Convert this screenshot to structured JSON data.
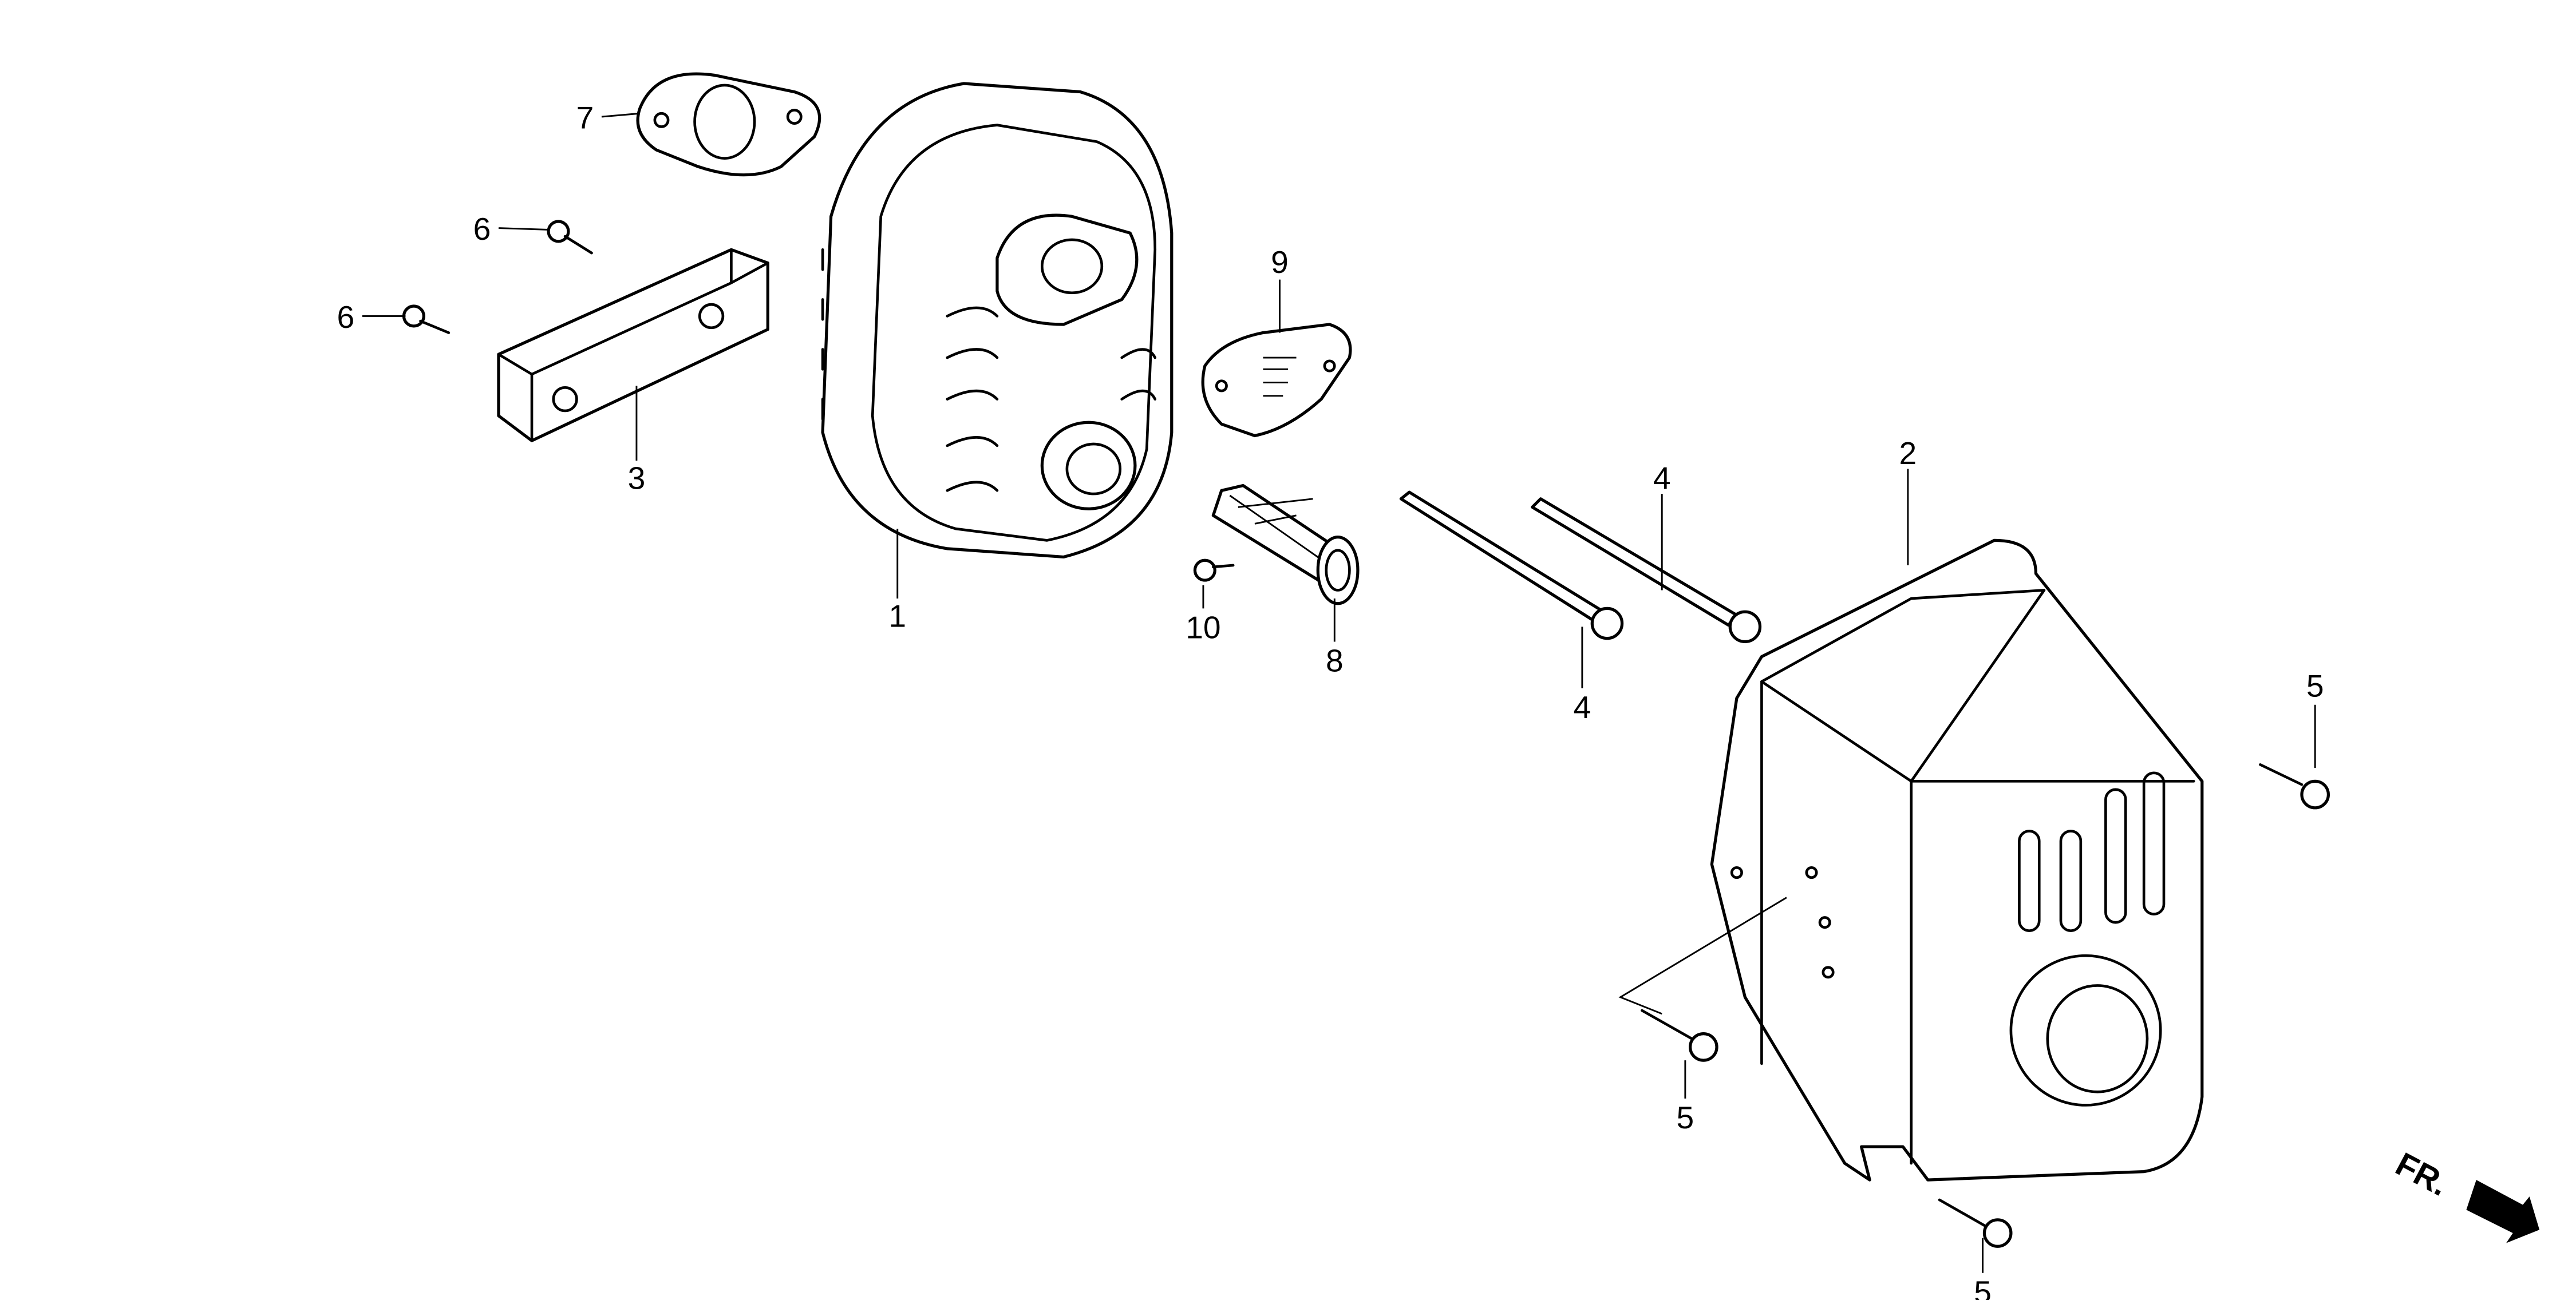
{
  "diagram": {
    "title": "Muffler assembly exploded parts view",
    "callouts": [
      {
        "id": "1",
        "label": "1"
      },
      {
        "id": "2",
        "label": "2"
      },
      {
        "id": "3",
        "label": "3"
      },
      {
        "id": "4a",
        "label": "4"
      },
      {
        "id": "4b",
        "label": "4"
      },
      {
        "id": "5a",
        "label": "5"
      },
      {
        "id": "5b",
        "label": "5"
      },
      {
        "id": "5c",
        "label": "5"
      },
      {
        "id": "6a",
        "label": "6"
      },
      {
        "id": "6b",
        "label": "6"
      },
      {
        "id": "7",
        "label": "7"
      },
      {
        "id": "8",
        "label": "8"
      },
      {
        "id": "9",
        "label": "9"
      },
      {
        "id": "10",
        "label": "10"
      }
    ],
    "direction_indicator": "FR."
  }
}
